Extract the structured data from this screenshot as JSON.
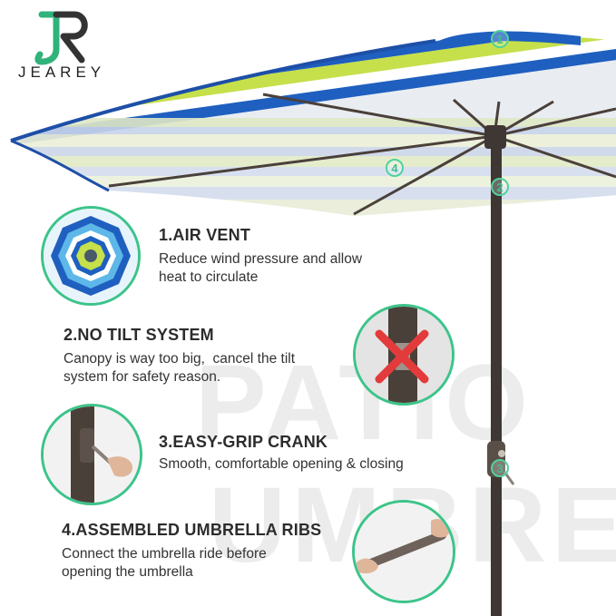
{
  "brand": {
    "name": "JEAREY",
    "logo_icon": "jr-monogram-logo",
    "colors": {
      "green": "#2fb37a",
      "dark": "#333333"
    }
  },
  "watermark": {
    "line1": "PATIO",
    "line2": "UMBRELLA"
  },
  "features": [
    {
      "title": "1.AIR VENT",
      "desc_line1": "Reduce wind pressure and allow",
      "desc_line2": "heat to circulate"
    },
    {
      "title": "2.NO TILT SYSTEM",
      "desc_line1": "Canopy is way too big,  cancel the tilt",
      "desc_line2": "system for safety reason."
    },
    {
      "title": "3.EASY-GRIP CRANK",
      "desc_line1": "Smooth, comfortable opening & closing"
    },
    {
      "title": "4.ASSEMBLED UMBRELLA RIBS",
      "desc_line1": "Connect the umbrella ride before",
      "desc_line2": "opening the umbrella"
    }
  ],
  "markers": [
    "1",
    "2",
    "3",
    "4"
  ],
  "colors": {
    "stripe_blue": "#1f5fbf",
    "stripe_lime": "#c5e04a",
    "stripe_sky": "#5db7e8",
    "pole": "#3e3733",
    "accent_green": "#3cc48a"
  }
}
